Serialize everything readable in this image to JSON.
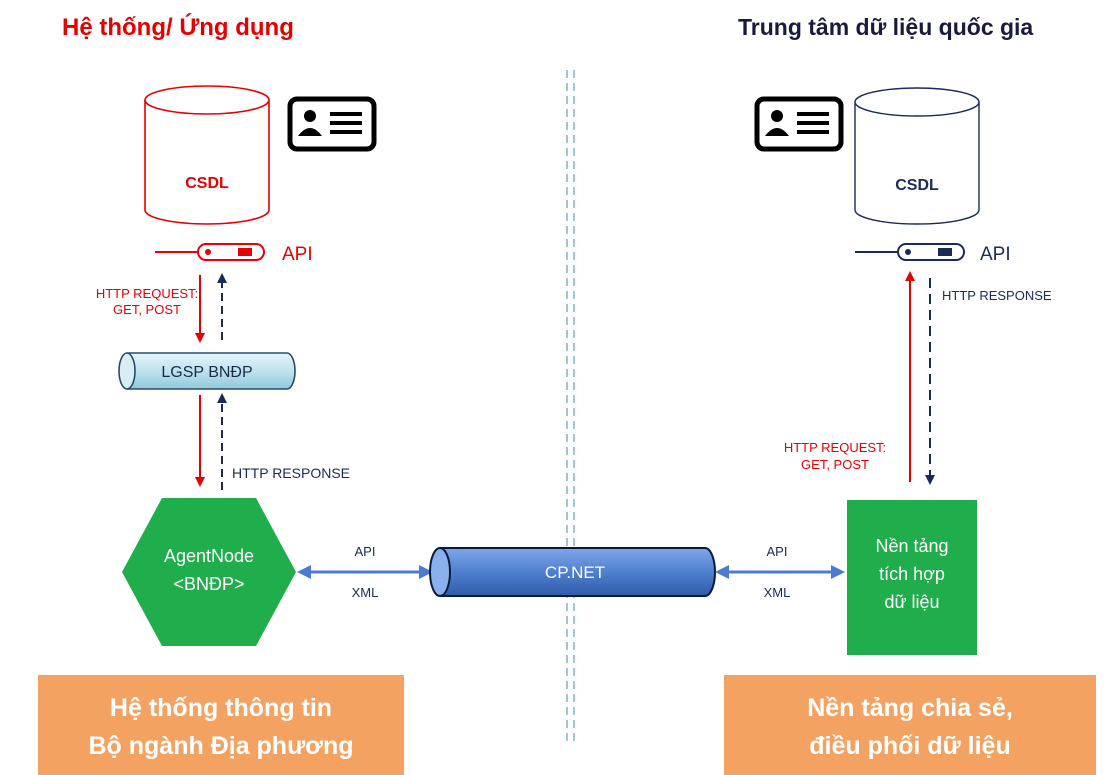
{
  "header": {
    "left_title": "Hệ thống/ Ứng dụng",
    "right_title": "Trung tâm dữ liệu quốc gia"
  },
  "left": {
    "db_label": "CSDL",
    "api_label": "API",
    "request_line1": "HTTP REQUEST:",
    "request_line2": "GET, POST",
    "lgsp_label": "LGSP BNĐP",
    "response_label": "HTTP RESPONSE",
    "agent_line1": "AgentNode",
    "agent_line2": "<BNĐP>",
    "link_api": "API",
    "link_xml": "XML",
    "footer_line1": "Hệ thống thông tin",
    "footer_line2": "Bộ ngành Địa phương"
  },
  "center": {
    "cpnet_label": "CP.NET"
  },
  "right": {
    "db_label": "CSDL",
    "api_label": "API",
    "response_label": "HTTP RESPONSE",
    "request_line1": "HTTP REQUEST:",
    "request_line2": "GET, POST",
    "platform_line1": "Nền tảng",
    "platform_line2": "tích hợp",
    "platform_line3": "dữ liệu",
    "link_api": "API",
    "link_xml": "XML",
    "footer_line1": "Nền tảng chia sẻ,",
    "footer_line2": "điều phối dữ liệu"
  },
  "colors": {
    "red": "#e60000",
    "navy": "#1a2a5a",
    "blue_arrow": "#4a7bd0",
    "green": "#1fae4b",
    "orange": "#f4a261",
    "lgsp_fill": "#bfe3ef",
    "cpnet_fill": "#4f7fd0"
  }
}
